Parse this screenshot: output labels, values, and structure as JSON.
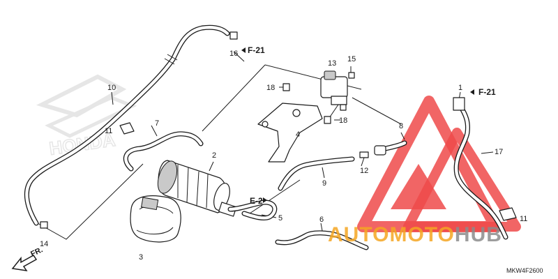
{
  "callouts": [
    "1",
    "2",
    "3",
    "4",
    "5",
    "6",
    "7",
    "8",
    "9",
    "10",
    "11",
    "11",
    "12",
    "13",
    "14",
    "15",
    "16",
    "17",
    "18",
    "18"
  ],
  "refs": {
    "f21_left": "F-21",
    "f21_right": "F-21",
    "e2": "E-2"
  },
  "front_label": "FR.",
  "diagram_code": "MKW4F2600",
  "watermark": {
    "brand_orange": "AUTOMOTO",
    "brand_gray": "HUB",
    "honda_faint": "HONDA"
  },
  "colors": {
    "ink": "#1a1a1a",
    "watermark_red": "#ef4a4a",
    "watermark_orange": "#f5a623",
    "watermark_gray": "#8c8c8c"
  }
}
